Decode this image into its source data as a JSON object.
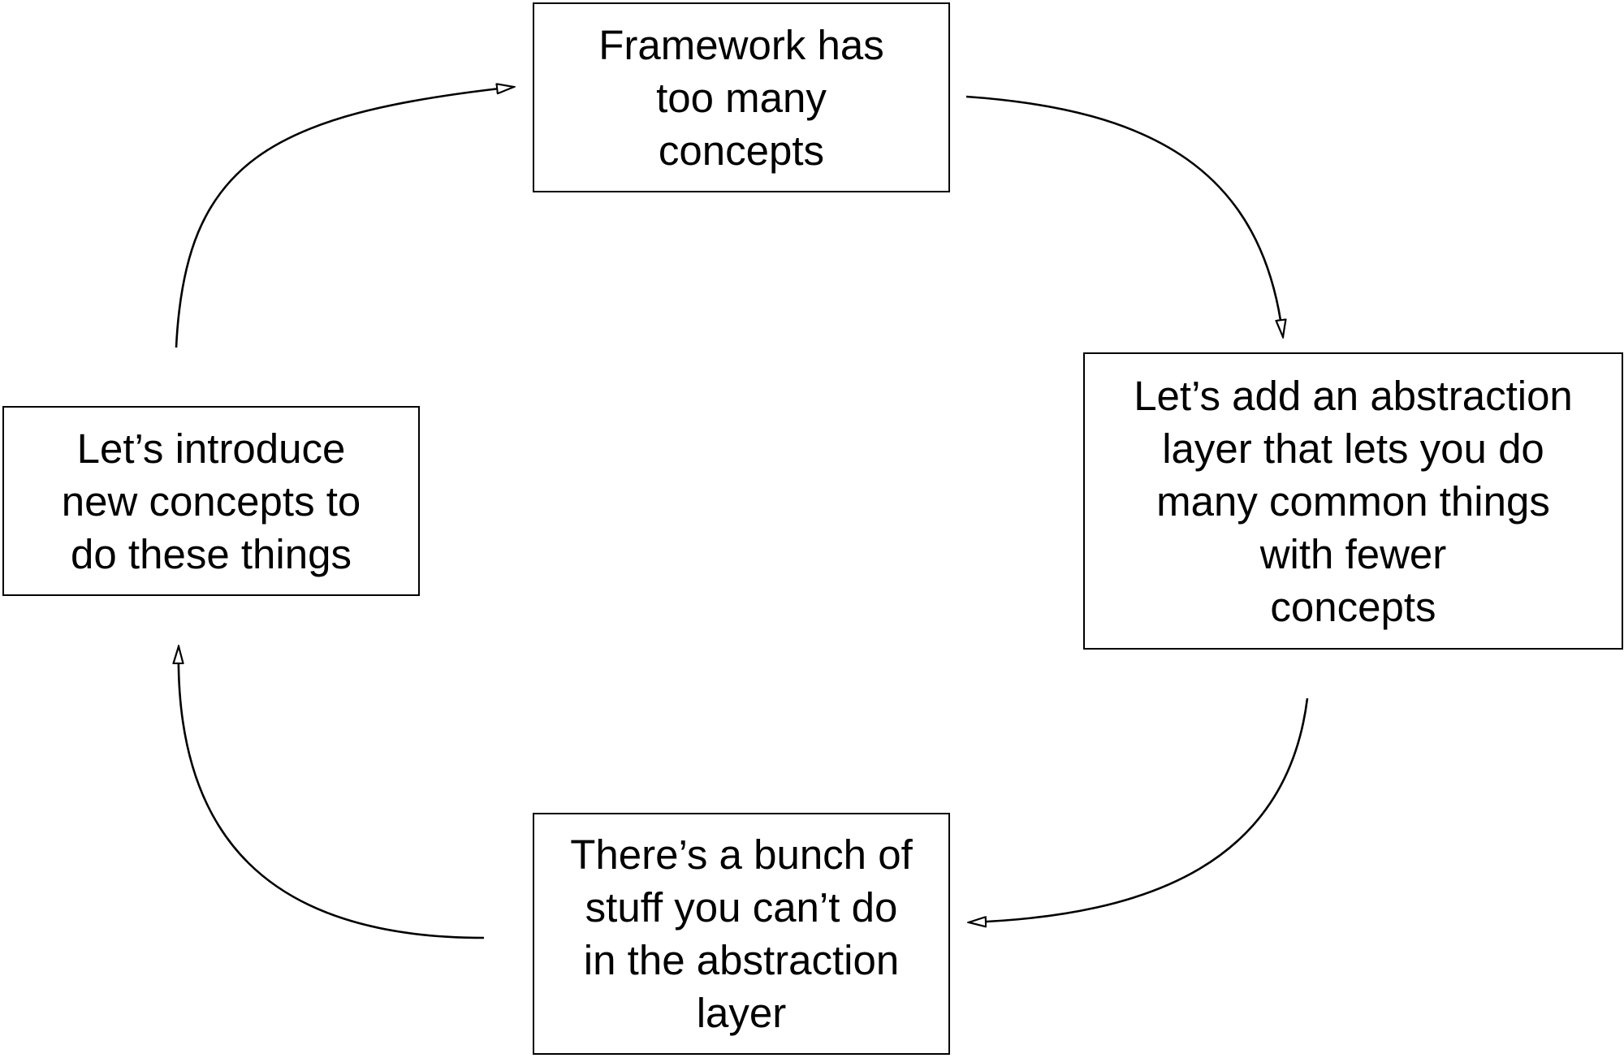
{
  "diagram": {
    "type": "cycle",
    "nodes": [
      {
        "id": "top",
        "label": "Framework has\ntoo many\nconcepts"
      },
      {
        "id": "right",
        "label": "Let’s add an abstraction\nlayer that lets you do\nmany common things\nwith fewer\nconcepts"
      },
      {
        "id": "bottom",
        "label": "There’s a bunch of\nstuff you can’t do\nin the abstraction\nlayer"
      },
      {
        "id": "left",
        "label": "Let’s introduce\nnew concepts to\ndo these things"
      }
    ],
    "edges": [
      {
        "from": "top",
        "to": "right"
      },
      {
        "from": "right",
        "to": "bottom"
      },
      {
        "from": "bottom",
        "to": "left"
      },
      {
        "from": "left",
        "to": "top"
      }
    ],
    "line_color": "#000000",
    "arrowhead_fill": "#ffffff"
  }
}
